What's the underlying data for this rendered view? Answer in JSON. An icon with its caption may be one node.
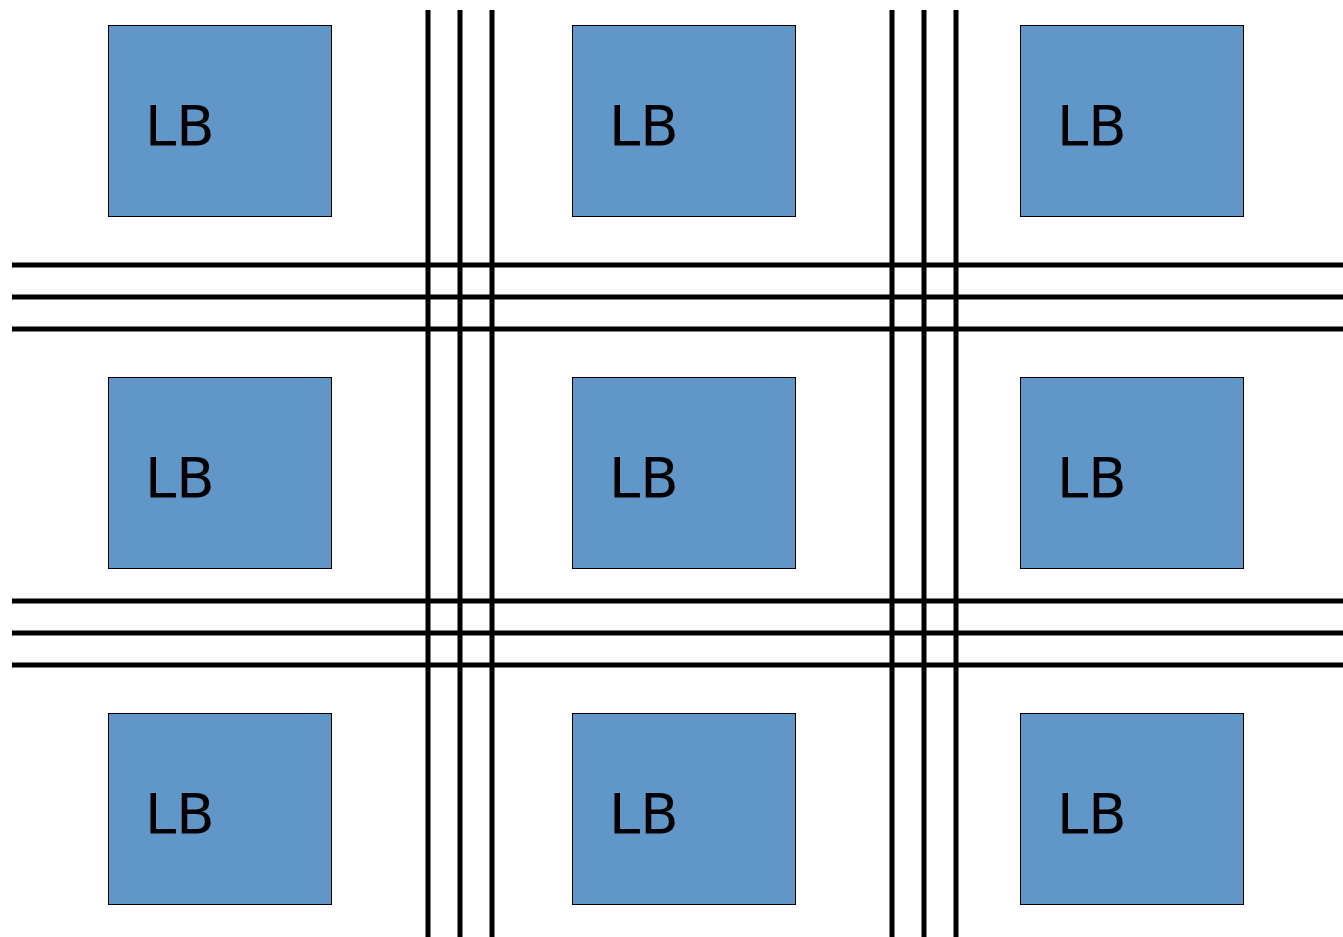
{
  "diagram": {
    "nodes": [
      {
        "text": [
          "LB"
        ]
      },
      {
        "text": [
          "LB"
        ]
      },
      {
        "text": [
          "LB"
        ]
      },
      {
        "text": [
          "LB"
        ]
      },
      {
        "text": [
          "LB"
        ]
      },
      {
        "text": [
          "LB"
        ]
      },
      {
        "text": [
          "LB"
        ]
      },
      {
        "text": [
          "LB"
        ]
      },
      {
        "text": [
          "LB"
        ]
      }
    ]
  }
}
